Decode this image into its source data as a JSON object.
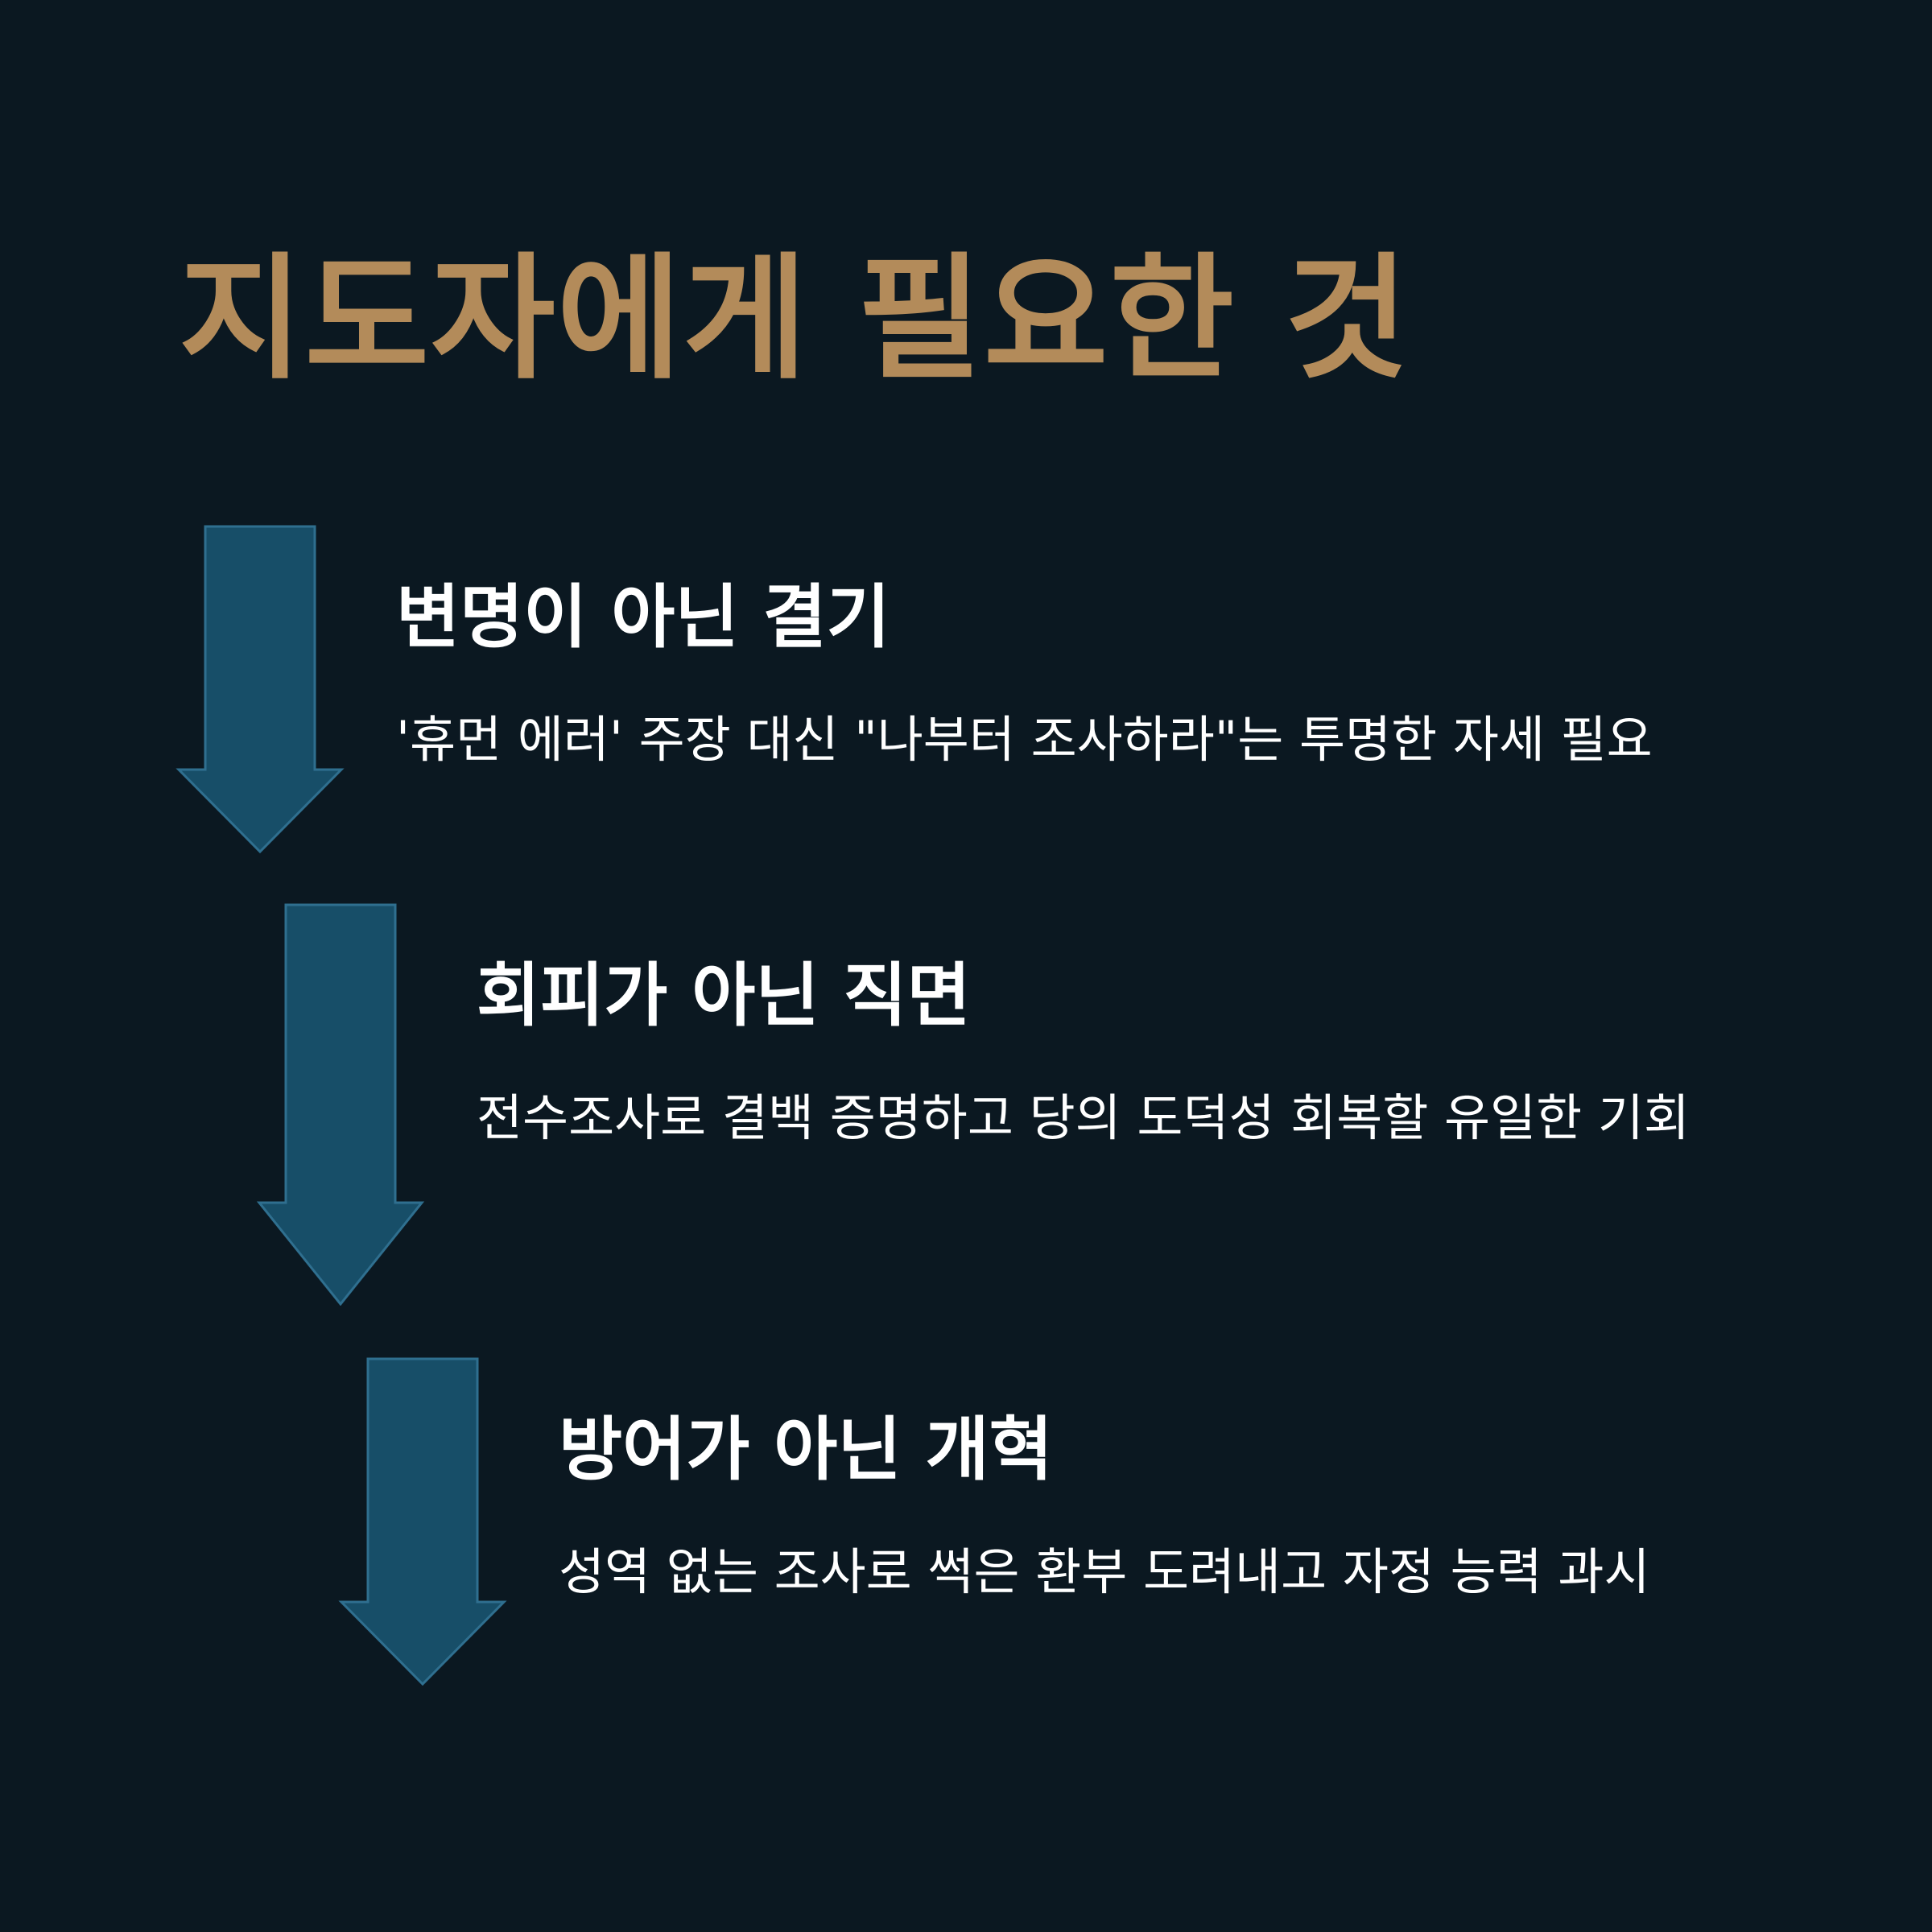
{
  "title": "지도자에게 필요한 것",
  "colors": {
    "background": "#0b1821",
    "title": "#b38b5a",
    "arrow_fill": "#174e68",
    "arrow_stroke": "#2f6f8f",
    "text": "#ffffff"
  },
  "steps": [
    {
      "heading": "변명이 아닌 결기",
      "description": "'휴먼 에러' 주장 대신 \"나부터 조사하라\"는 투명한 자세 필요"
    },
    {
      "heading": "회피가 아닌 직면",
      "description": "전수조사로 결백 증명하고 당의 도덕성 회복할 유일한 기회"
    },
    {
      "heading": "방어가 아닌 개혁",
      "description": "성역 없는 조사로 썩은 환부 도려내고 자정 능력 과시"
    }
  ]
}
